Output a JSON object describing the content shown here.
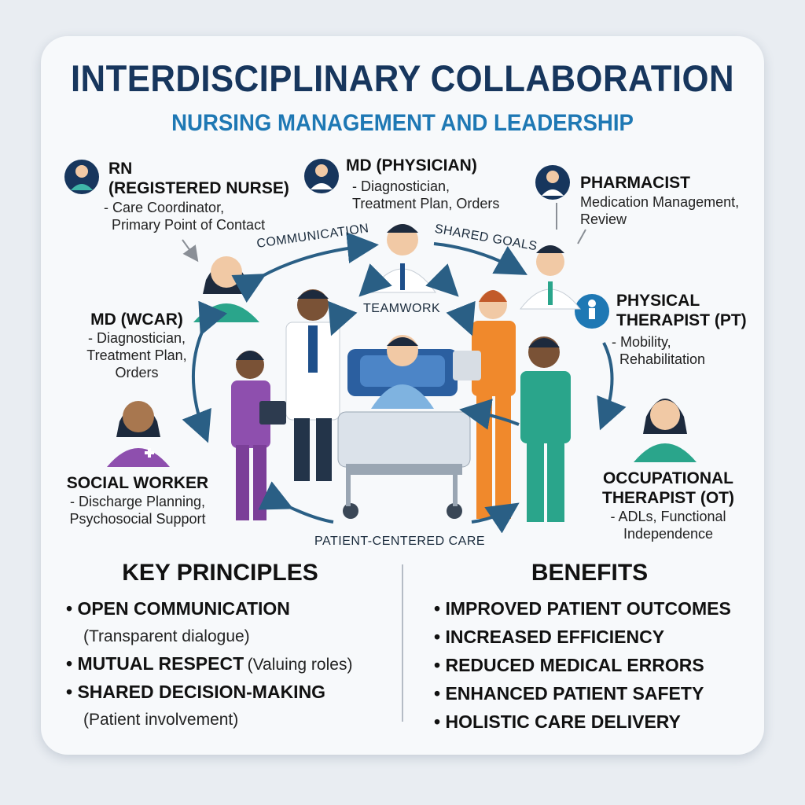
{
  "title": "INTERDISCIPLINARY COLLABORATION",
  "subtitle": "NURSING MANAGEMENT AND LEADERSHIP",
  "roles": {
    "rn": {
      "name_line1": "RN",
      "name_line2": "(REGISTERED NURSE)",
      "desc_line1": "- Care Coordinator,",
      "desc_line2": "Primary Point of Contact"
    },
    "md_physician": {
      "name": "MD (PHYSICIAN)",
      "desc_line1": "- Diagnostician,",
      "desc_line2": "Treatment Plan, Orders"
    },
    "pharmacist": {
      "name": "PHARMACIST",
      "desc_line1": "Medication Management,",
      "desc_line2": "Review"
    },
    "md_wcar": {
      "name": "MD (WCAR)",
      "desc_line1": "- Diagnostician,",
      "desc_line2": "Treatment Plan,",
      "desc_line3": "Orders"
    },
    "physical_therapist": {
      "name_line1": "PHYSICAL",
      "name_line2": "THERAPIST (PT)",
      "desc_line1": "- Mobility,",
      "desc_line2": "Rehabilitation"
    },
    "social_worker": {
      "name": "SOCIAL WORKER",
      "desc_line1": "- Discharge Planning,",
      "desc_line2": "Psychosocial Support"
    },
    "occupational_therapist": {
      "name_line1": "OCCUPATIONAL",
      "name_line2": "THERAPIST (OT)",
      "desc_line1": "- ADLs, Functional",
      "desc_line2": "Independence"
    }
  },
  "flow_labels": {
    "communication": "COMMUNICATION",
    "shared_goals": "SHARED GOALS",
    "teamwork": "TEAMWORK",
    "patient_centered": "PATIENT-CENTERED CARE"
  },
  "key_principles": {
    "heading": "KEY PRINCIPLES",
    "items": [
      {
        "main": "OPEN COMMUNICATION",
        "sub": "(Transparent dialogue)"
      },
      {
        "main": "MUTUAL RESPECT",
        "sub": "(Valuing roles)"
      },
      {
        "main": "SHARED DECISION-MAKING",
        "sub": "(Patient involvement)"
      }
    ]
  },
  "benefits": {
    "heading": "BENEFITS",
    "items": [
      "IMPROVED PATIENT OUTCOMES",
      "INCREASED EFFICIENCY",
      "REDUCED MEDICAL ERRORS",
      "ENHANCED PATIENT SAFETY",
      "HOLISTIC CARE DELIVERY"
    ]
  },
  "colors": {
    "navy": "#17365d",
    "blue": "#1e78b4",
    "arrow": "#2a5f85",
    "purple": "#8e4fae",
    "teal": "#2aa58b",
    "orange": "#f0892c"
  }
}
